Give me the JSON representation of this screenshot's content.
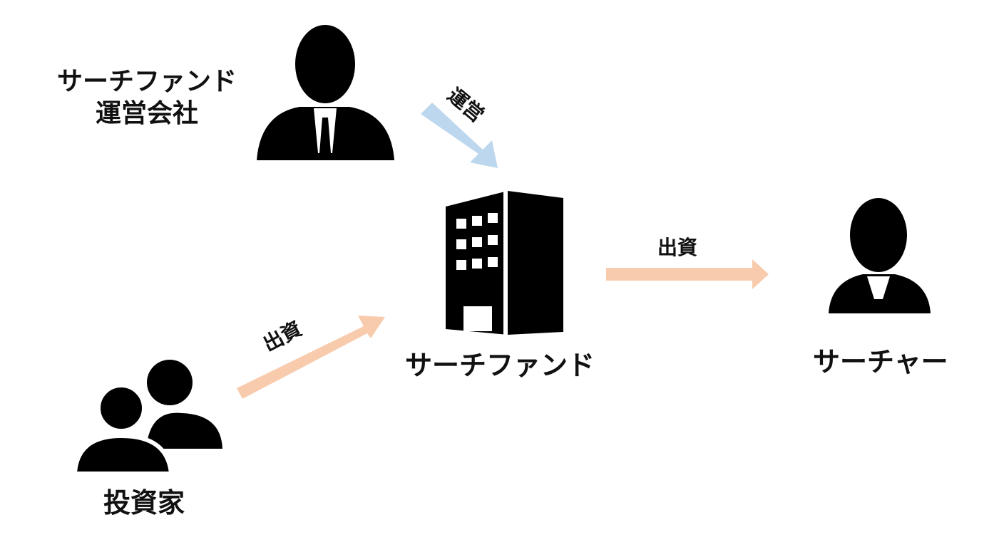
{
  "nodes": {
    "operator": "サーチファンド\n運営会社",
    "operator_line1": "サーチファンド",
    "operator_line2": "運営会社",
    "fund": "サーチファンド",
    "searcher": "サーチャー",
    "investors": "投資家"
  },
  "edges": {
    "operate": "運営",
    "invest_to_fund": "出資",
    "invest_to_searcher": "出資"
  },
  "colors": {
    "operate_arrow": "#bdd7ee",
    "invest_arrow": "#f8cbad"
  }
}
